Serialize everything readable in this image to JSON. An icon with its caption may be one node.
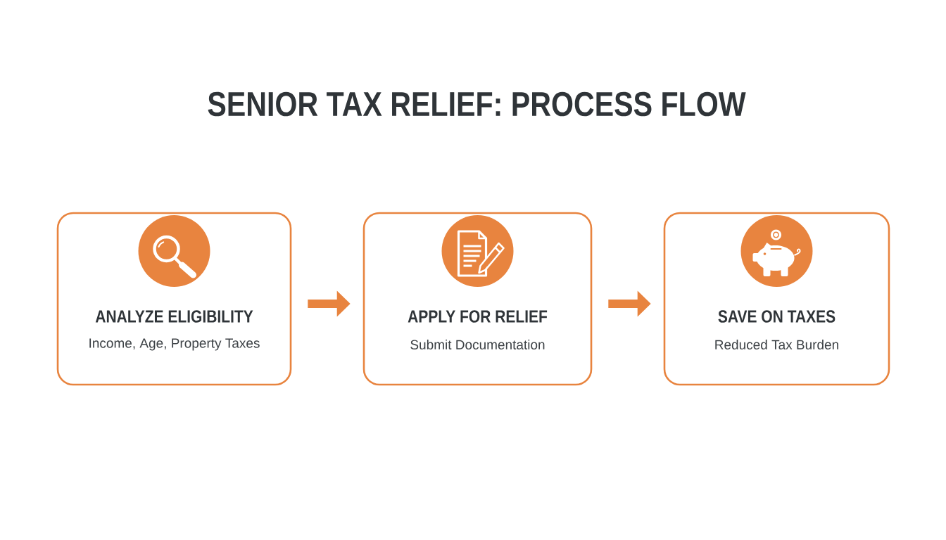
{
  "diagram": {
    "title": "SENIOR TAX RELIEF: PROCESS FLOW",
    "nodes": [
      {
        "text": [
          "ANALYZE ELIGIBILITY",
          "Income, Age, Property Taxes"
        ]
      },
      {
        "text": [
          "APPLY FOR RELIEF",
          "Submit Documentation"
        ]
      },
      {
        "text": [
          "SAVE ON TAXES",
          "Reduced Tax Burden"
        ]
      }
    ],
    "edges": [
      {
        "from": 0,
        "to": 1,
        "arrow": "to"
      },
      {
        "from": 1,
        "to": 2,
        "arrow": "to"
      }
    ]
  }
}
